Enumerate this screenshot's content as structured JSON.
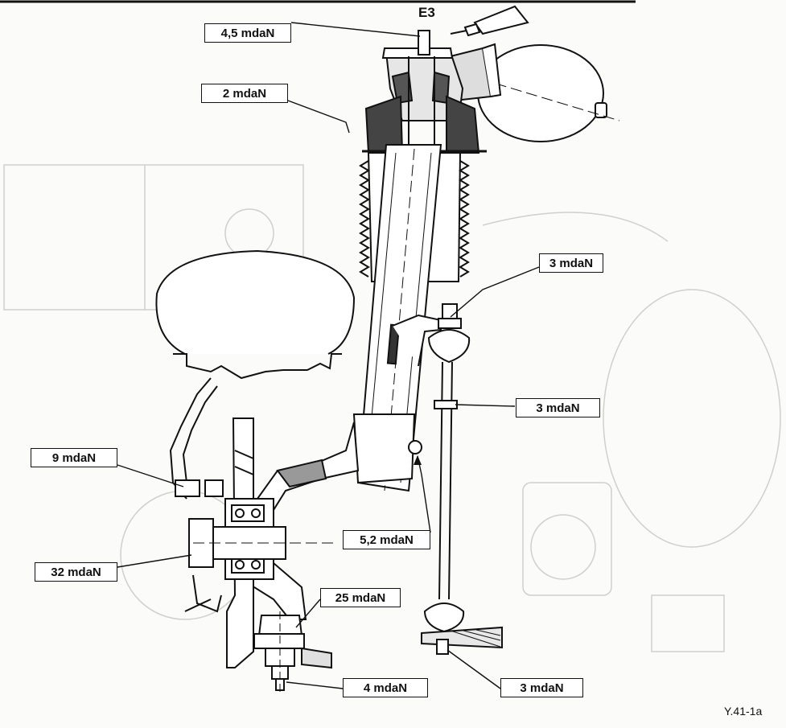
{
  "marker": "E3",
  "reference": "Y.41-1a",
  "torques": {
    "top_nut": "4,5 mdaN",
    "upper_mount": "2 mdaN",
    "hub_bolt": "9 mdaN",
    "hub_nut": "32 mdaN",
    "ball_joint": "25 mdaN",
    "lower_nut": "4 mdaN",
    "strut_clamp": "5,2 mdaN",
    "rod_top": "3 mdaN",
    "rod_mid": "3 mdaN",
    "rod_bottom": "3 mdaN"
  },
  "colors": {
    "ink": "#111111",
    "paper": "#fbfbf9",
    "ghost": "#cfcfcb"
  }
}
